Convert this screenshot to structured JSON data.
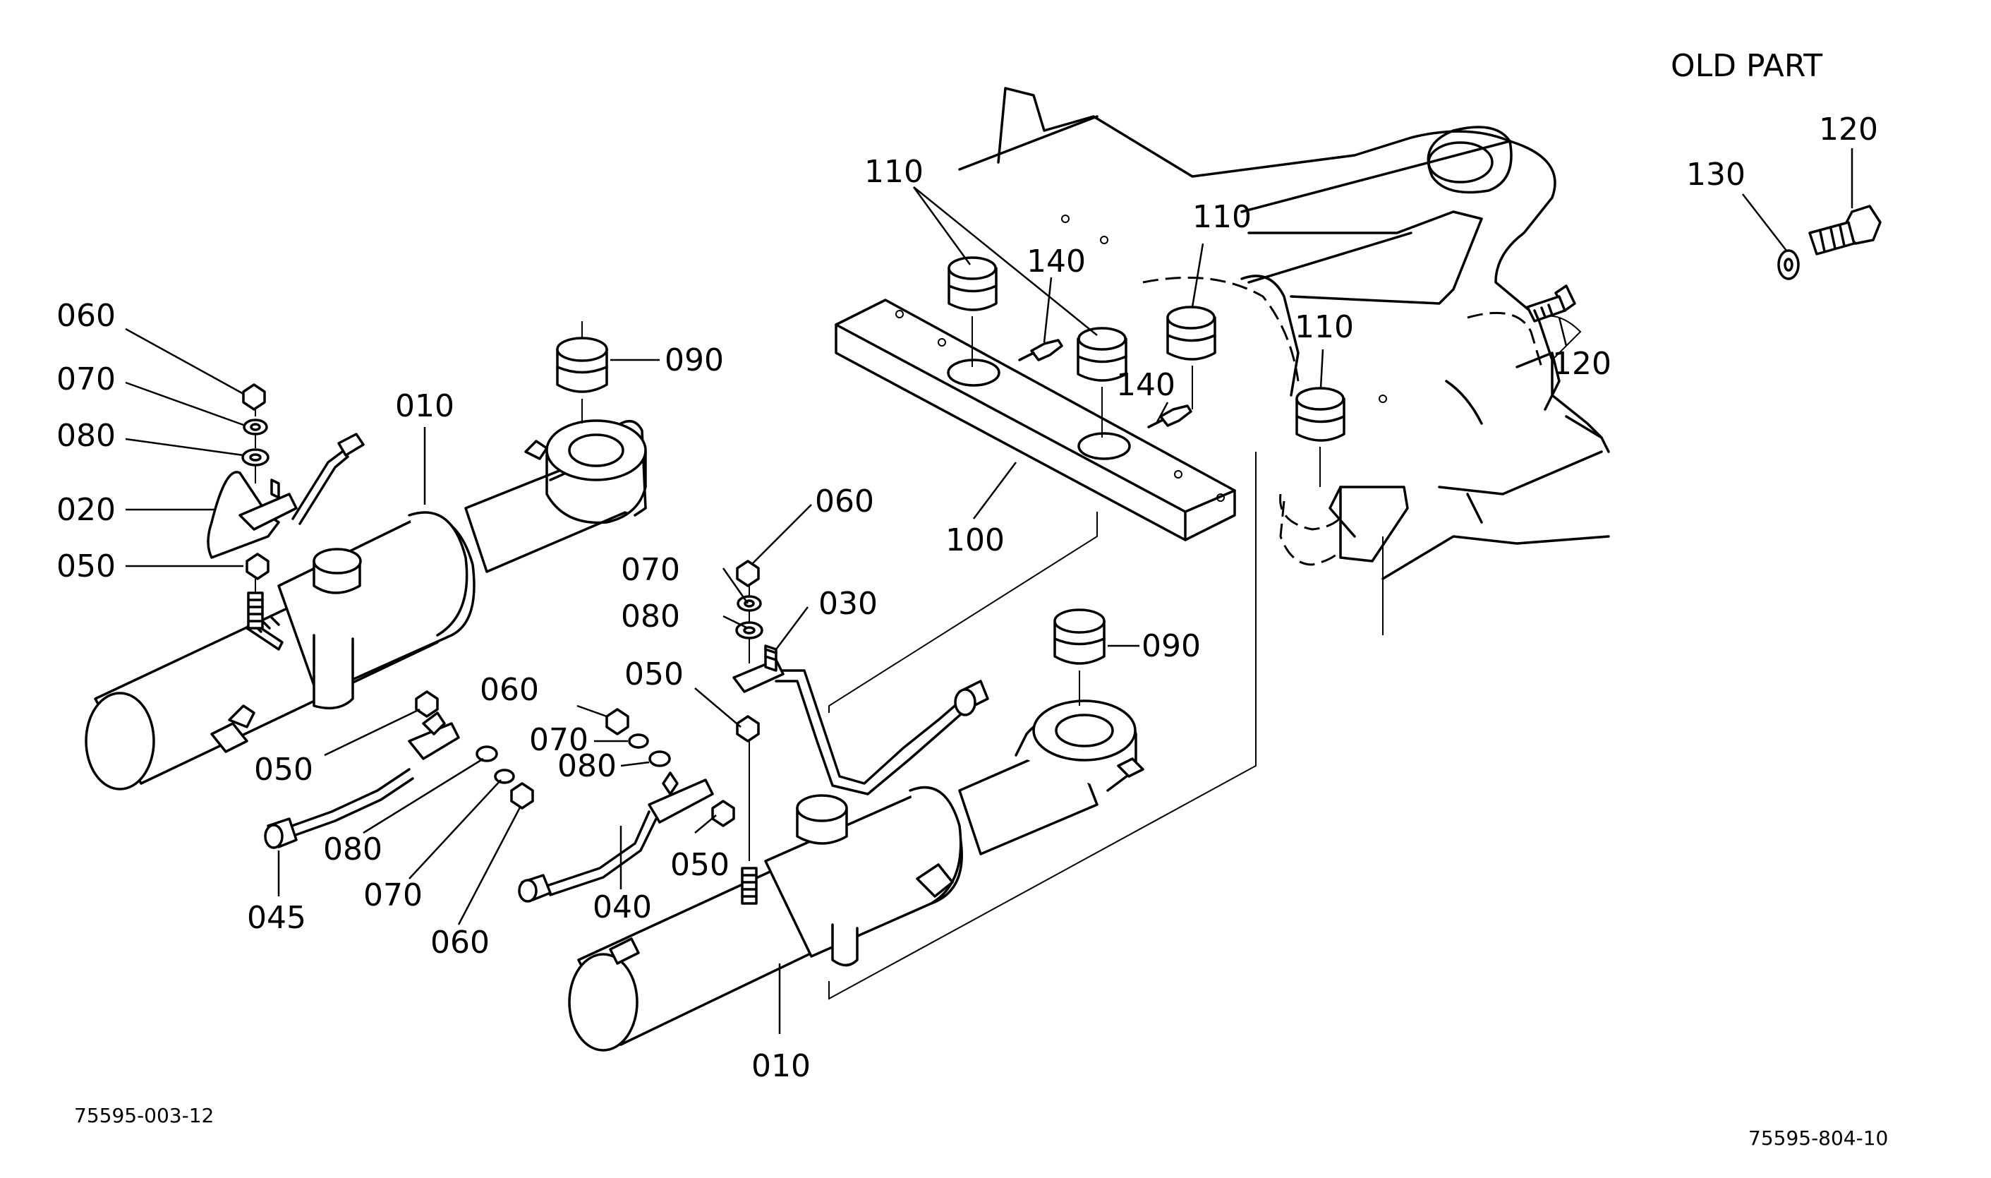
{
  "header": {
    "old_part": "OLD PART"
  },
  "codes": {
    "left": "75595-003-12",
    "right": "75595-804-10"
  },
  "callouts": [
    {
      "id": "c-060-a",
      "text": "060"
    },
    {
      "id": "c-070-a",
      "text": "070"
    },
    {
      "id": "c-080-a",
      "text": "080"
    },
    {
      "id": "c-020",
      "text": "020"
    },
    {
      "id": "c-050-a",
      "text": "050"
    },
    {
      "id": "c-010-a",
      "text": "010"
    },
    {
      "id": "c-090-a",
      "text": "090"
    },
    {
      "id": "c-050-b",
      "text": "050"
    },
    {
      "id": "c-080-b",
      "text": "080"
    },
    {
      "id": "c-070-b",
      "text": "070"
    },
    {
      "id": "c-060-b",
      "text": "060"
    },
    {
      "id": "c-045",
      "text": "045"
    },
    {
      "id": "c-060-c",
      "text": "060"
    },
    {
      "id": "c-070-c",
      "text": "070"
    },
    {
      "id": "c-080-c",
      "text": "080"
    },
    {
      "id": "c-030",
      "text": "030"
    },
    {
      "id": "c-050-c",
      "text": "050"
    },
    {
      "id": "c-060-d",
      "text": "060"
    },
    {
      "id": "c-070-d",
      "text": "070"
    },
    {
      "id": "c-080-d",
      "text": "080"
    },
    {
      "id": "c-040",
      "text": "040"
    },
    {
      "id": "c-050-d",
      "text": "050"
    },
    {
      "id": "c-010-b",
      "text": "010"
    },
    {
      "id": "c-090-b",
      "text": "090"
    },
    {
      "id": "c-100",
      "text": "100"
    },
    {
      "id": "c-110-a",
      "text": "110"
    },
    {
      "id": "c-140-a",
      "text": "140"
    },
    {
      "id": "c-110-b",
      "text": "110"
    },
    {
      "id": "c-140-b",
      "text": "140"
    },
    {
      "id": "c-110-c",
      "text": "110"
    },
    {
      "id": "c-120-a",
      "text": "120"
    },
    {
      "id": "c-120-b",
      "text": "120"
    },
    {
      "id": "c-130",
      "text": "130"
    }
  ]
}
